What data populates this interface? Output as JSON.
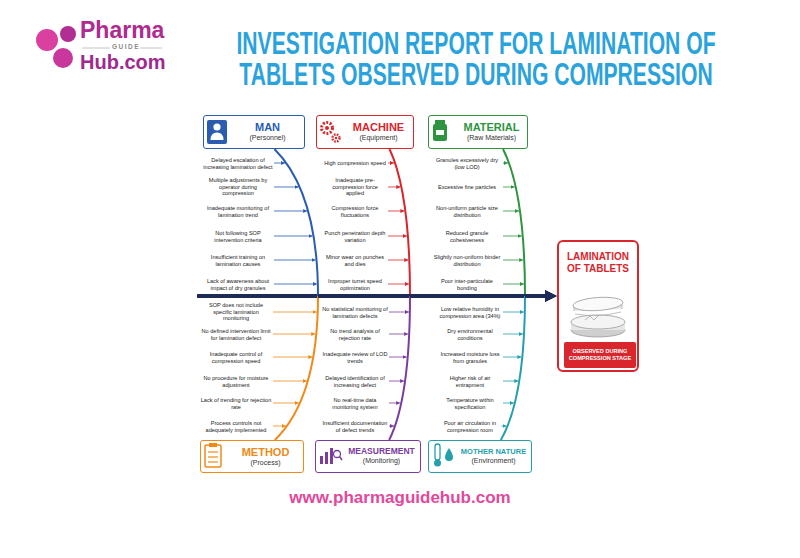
{
  "diagram": {
    "title": "INVESTIGATION REPORT FOR LAMINATION OF TABLETS OBSERVED DURING COMPRESSION",
    "nodes": [
      {
        "text": [
          "MAN",
          "(Personnel)"
        ]
      },
      {
        "text": [
          "MACHINE",
          "(Equipment)"
        ]
      },
      {
        "text": [
          "MATERIAL",
          "(Raw Materials)"
        ]
      },
      {
        "text": [
          "LAMINATION OF TABLETS"
        ]
      },
      {
        "text": [
          "OBSERVED DURING COMPRESSION STAGE"
        ],
        "in": 3
      },
      {
        "text": [
          "METHOD",
          "(Process)"
        ]
      },
      {
        "text": [
          "MEASUREMENT",
          "(Monitoring)"
        ]
      },
      {
        "text": [
          "MOTHER NATURE",
          "(Environment)"
        ]
      }
    ],
    "edges": [
      {
        "from": 0,
        "to": 3,
        "arrow": "to"
      },
      {
        "from": 1,
        "to": 3,
        "arrow": "to"
      },
      {
        "from": 2,
        "to": 3,
        "arrow": "to"
      },
      {
        "from": 5,
        "to": 3,
        "arrow": "to"
      },
      {
        "from": 6,
        "to": 3,
        "arrow": "to"
      },
      {
        "from": 7,
        "to": 3,
        "arrow": "to"
      }
    ],
    "labels": [
      "Pharma",
      "GUIDE",
      "Hub.com",
      "Delayed escalation of increasing lamination defect",
      "Multiple adjustments by operator during compression",
      "Inadequate monitoring of lamination trend",
      "Not following SOP intervention criteria",
      "Insufficient training on lamination causes",
      "Lack of awareness about impact of dry granules",
      "High compression speed",
      "Inadequate pre-compression force applied",
      "Compression force fluctuations",
      "Punch penetration depth variation",
      "Minor wear on punches and dies",
      "Improper turret speed optimization",
      "Granules excessively dry (low LOD)",
      "Excessive fine particles",
      "Non-uniform particle size distribution",
      "Reduced granule cohesiveness",
      "Slightly non-uniform binder distribution",
      "Poor inter-particulate bonding",
      "SOP does not include specific lamination monitoring",
      "No defined intervention limit for lamination defect",
      "Inadequate control of compression speed",
      "No procedure for moisture adjustment",
      "Lack of trending for rejection rate",
      "Process controls not adequately implemented",
      "No statistical monitoring of lamination defects",
      "No trend analysis of rejection rate",
      "Inadequate review of LOD trends",
      "Delayed identification of increasing defect",
      "No real-time data monitoring system",
      "Insufficient documentation of defect trends",
      "Low relative humidity in compression area (34%)",
      "Dry environmental conditions",
      "Increased moisture loss from granules",
      "Higher risk of air entrapment",
      "Temperature within specification",
      "Poor air circulation in compression room",
      "www.pharmaguidehub.com"
    ]
  }
}
